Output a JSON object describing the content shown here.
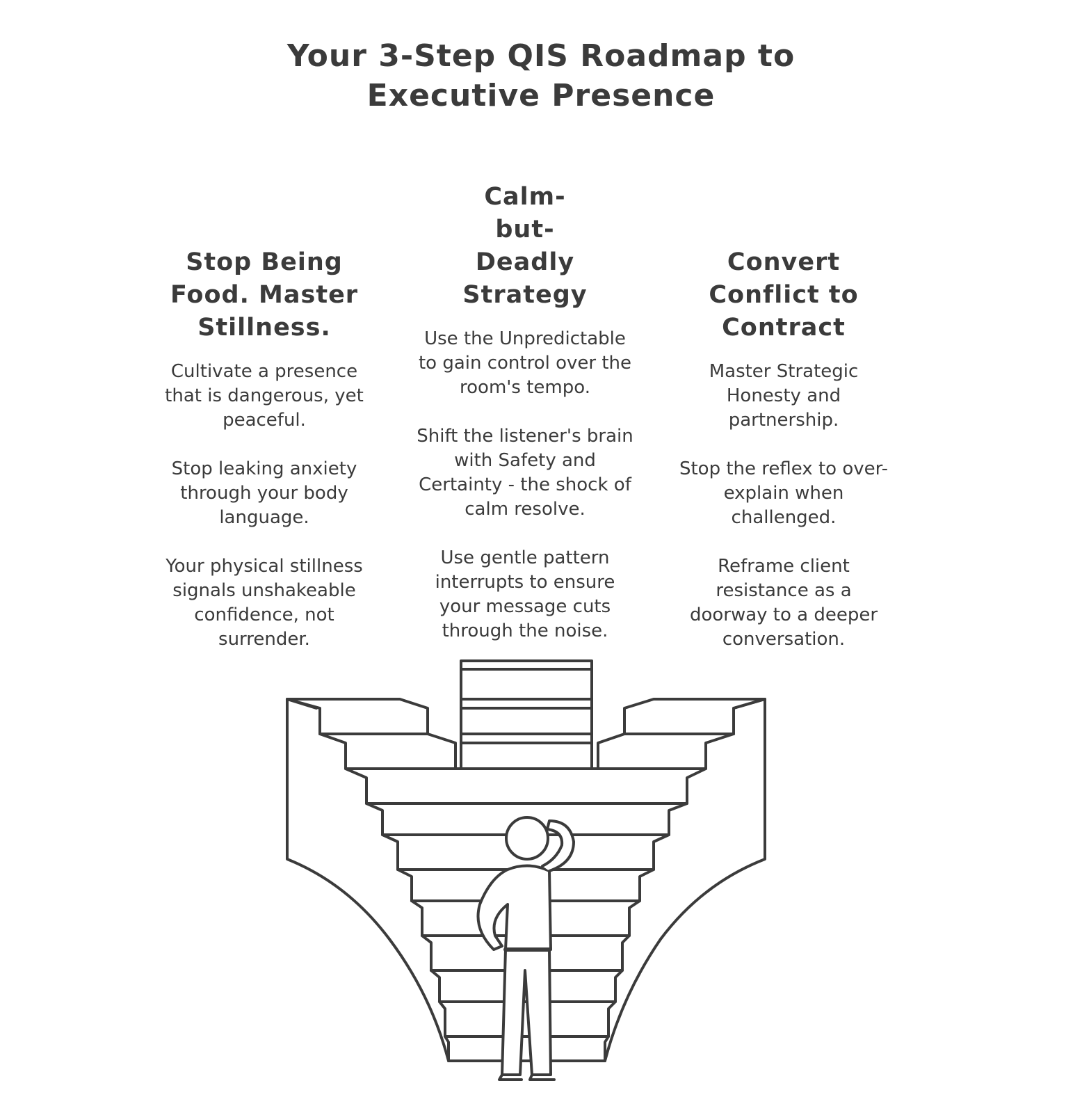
{
  "title": {
    "line1": "Your 3-Step QIS Roadmap to",
    "line2": "Executive Presence"
  },
  "columns": [
    {
      "heading": "Stop Being Food. Master Stillness.",
      "paragraphs": [
        "Cultivate a presence that is dangerous, yet peaceful.",
        "Stop leaking anxiety through your body language.",
        "Your physical stillness signals unshakeable confidence, not surrender."
      ]
    },
    {
      "heading": "Calm-but-Deadly Strategy",
      "paragraphs": [
        "Use the Unpredictable to gain control over the room's tempo.",
        "Shift the listener's brain with Safety and Certainty - the shock of calm resolve.",
        "Use gentle pattern interrupts to ensure your message cuts through the noise."
      ]
    },
    {
      "heading": "Convert Conflict to Contract",
      "paragraphs": [
        "Master Strategic Honesty and partnership.",
        "Stop the reflex to over-explain when challenged.",
        "Reframe client resistance as a doorway to a deeper conversation."
      ]
    }
  ],
  "colors": {
    "ink": "#3b3b3b",
    "background": "#ffffff"
  }
}
